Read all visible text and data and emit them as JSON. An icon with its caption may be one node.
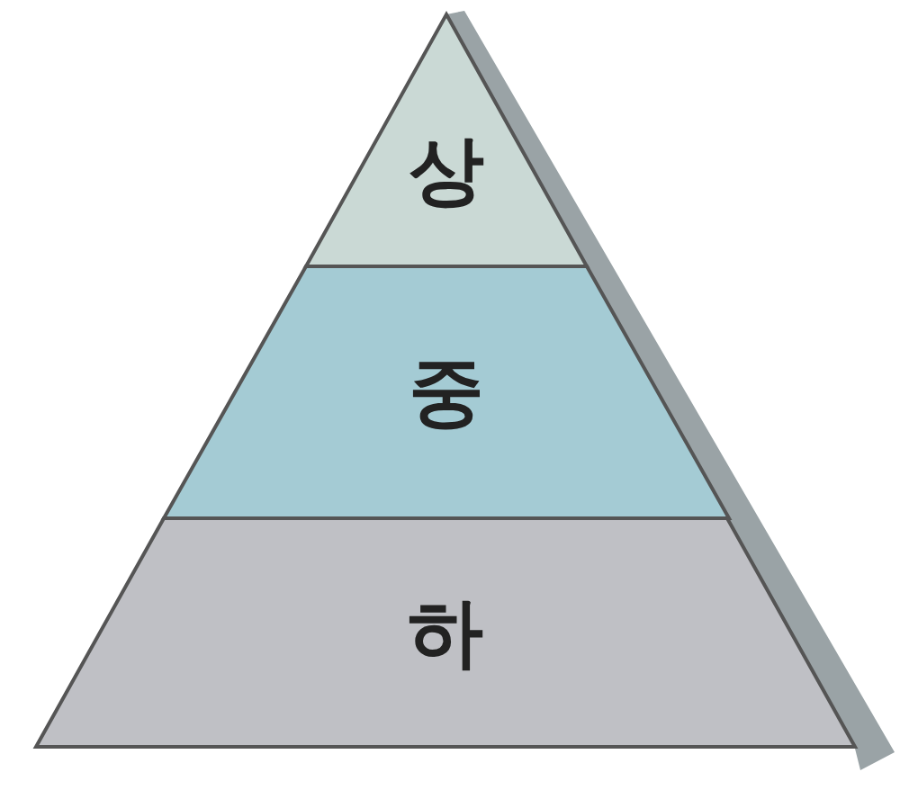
{
  "diagram": {
    "nodes": [
      {
        "text": [
          "상"
        ]
      },
      {
        "text": [
          "중"
        ]
      },
      {
        "text": [
          "하"
        ]
      }
    ]
  }
}
